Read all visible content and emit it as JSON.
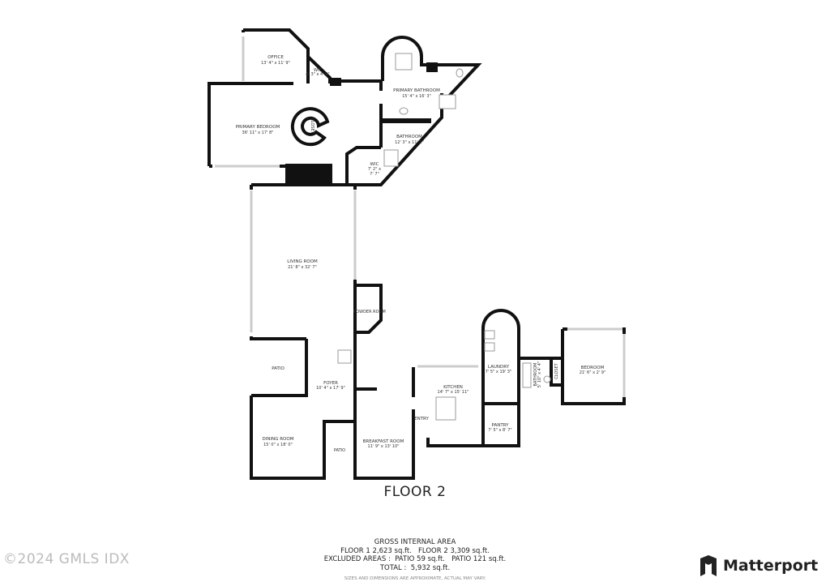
{
  "floor_label": "FLOOR 2",
  "rooms": {
    "office": {
      "name": "OFFICE",
      "dims": "13' 4\" x 11' 9\""
    },
    "wic_small": {
      "name": "WIC",
      "dims": "4' 3\" x 4' 9\""
    },
    "primary_bedroom": {
      "name": "PRIMARY BEDROOM",
      "dims": "36' 11\" x 17' 8\""
    },
    "closet_round": {
      "name": "CLOSET"
    },
    "primary_bathroom": {
      "name": "PRIMARY BATHROOM",
      "dims": "15' 4\" x 16' 3\""
    },
    "bathroom": {
      "name": "BATHROOM",
      "dims": "12' 3\" x 11' 1\""
    },
    "wic": {
      "name": "WIC",
      "dims1": "7' 2\" x",
      "dims2": "7' 7\""
    },
    "living_room": {
      "name": "LIVING ROOM",
      "dims": "21' 8\" x 32' 7\""
    },
    "powder_room": {
      "name": "POWDER ROOM"
    },
    "patio_1": {
      "name": "PATIO"
    },
    "foyer": {
      "name": "FOYER",
      "dims": "10' 4\" x 17' 9\""
    },
    "dining_room": {
      "name": "DINING ROOM",
      "dims": "15' 0\" x 18' 0\""
    },
    "patio_2": {
      "name": "PATIO"
    },
    "breakfast_room": {
      "name": "BREAKFAST ROOM",
      "dims": "11' 9\" x 13' 10\""
    },
    "entry": {
      "name": "ENTRY"
    },
    "kitchen": {
      "name": "KITCHEN",
      "dims": "14' 7\" x 15' 11\""
    },
    "laundry": {
      "name": "LAUNDRY",
      "dims": "7' 5\" x 19' 3\""
    },
    "pantry": {
      "name": "PANTRY",
      "dims": "7' 5\" x 8' 7\""
    },
    "bathroom_small": {
      "name": "BATHROOM",
      "dims": "5' 10\" x 4' 4\""
    },
    "closet": {
      "name": "CLOSET"
    },
    "bedroom": {
      "name": "BEDROOM",
      "dims": "21' 6\" x 2' 9\""
    }
  },
  "area": {
    "title": "GROSS INTERNAL AREA",
    "floors": "FLOOR 1 2,623 sq.ft.   FLOOR 2 3,309 sq.ft.",
    "excluded": "EXCLUDED AREAS :  PATIO 59 sq.ft.   PATIO 121 sq.ft.",
    "total": "TOTAL :  5,932 sq.ft.",
    "note": "SIZES AND DIMENSIONS ARE APPROXIMATE, ACTUAL MAY VARY."
  },
  "watermark": "©2024 GMLS IDX",
  "brand": {
    "name": "Matterport",
    "icon": "matterport-logo-icon"
  }
}
